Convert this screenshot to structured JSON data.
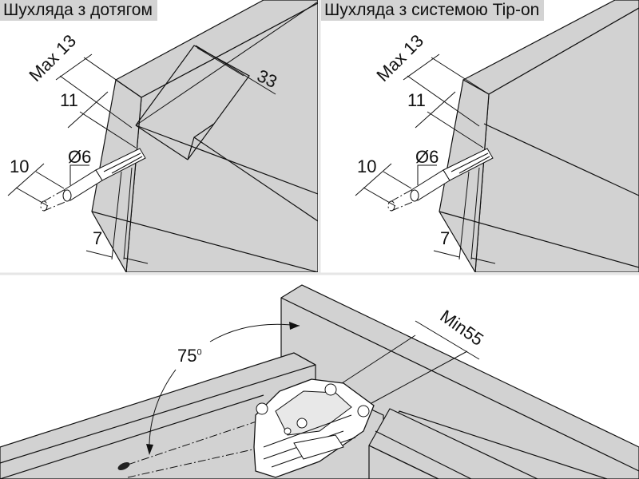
{
  "panels": {
    "left": {
      "title": "Шухляда з дотягом",
      "dims": {
        "max": "Max 13",
        "offset": "11",
        "groove": "33",
        "diameter": "Ø6",
        "depth": "10",
        "edge": "7"
      }
    },
    "right": {
      "title": "Шухляда з системою Tip-on",
      "dims": {
        "max": "Max 13",
        "offset": "11",
        "diameter": "Ø6",
        "depth": "10",
        "edge": "7"
      }
    },
    "bottom": {
      "angle": "75",
      "angle_unit": "0",
      "min_distance": "Min55"
    }
  },
  "colors": {
    "board": "#d2d2d2",
    "label_bg": "#d3d3d3",
    "line": "#111111"
  }
}
